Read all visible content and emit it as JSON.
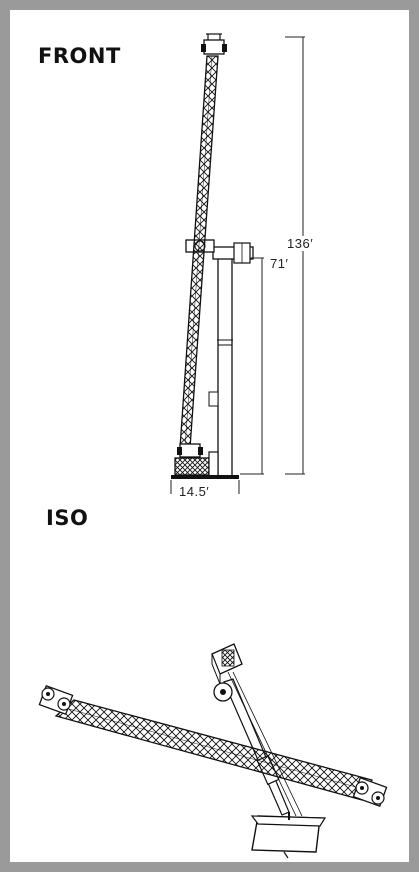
{
  "views": {
    "front": {
      "label": "FRONT"
    },
    "iso": {
      "label": "ISO"
    }
  },
  "dimensions": {
    "total_height": "136′",
    "tower_height": "71′",
    "base_width": "14.5′"
  },
  "colors": {
    "frame": "#9a9a9a",
    "ink": "#111111"
  }
}
